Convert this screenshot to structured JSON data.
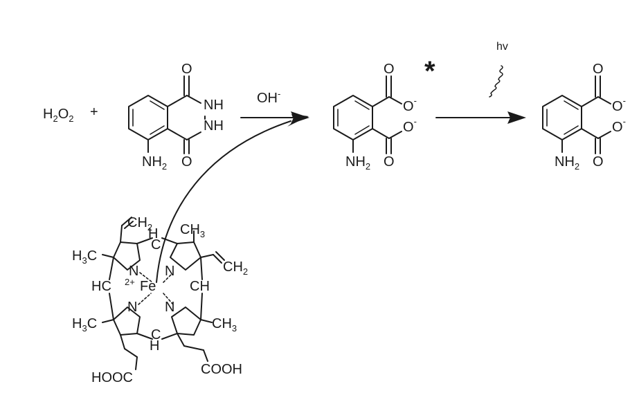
{
  "reaction": {
    "reactant_1": {
      "formula": "H2O2",
      "base": "H",
      "sub": "2",
      "o": "O",
      "sub2": "2"
    },
    "plus": "+",
    "luminol": {
      "nh_top": "NH",
      "nh_bottom": "NH",
      "o_top": "O",
      "o_bottom": "O",
      "amine": "NH",
      "amine_sub": "2"
    },
    "condition": {
      "base": "OH",
      "charge": "-"
    },
    "excited_marker": "*",
    "emission_label": "hv",
    "aminophthalate_excited": {
      "o1": "O",
      "o2": "O",
      "o3": "O",
      "o4": "O",
      "charge": "-",
      "amine": "NH",
      "amine_sub": "2"
    },
    "aminophthalate_ground": {
      "o1": "O",
      "o2": "O",
      "o3": "O",
      "o4": "O",
      "charge": "-",
      "amine": "NH",
      "amine_sub": "2"
    }
  },
  "heme": {
    "vinyl_top": "CH",
    "vinyl_top_sub": "2",
    "methyl_top": "CH",
    "methyl_top_sub": "3",
    "methyl_left": "H",
    "methyl_left_sub": "3",
    "methyl_left_c": "C",
    "vinyl_right": "CH",
    "vinyl_right_sub": "2",
    "methyl_bottom_left": "H",
    "methyl_bottom_left_sub": "3",
    "methyl_bottom_left_c": "C",
    "methyl_bottom_right": "CH",
    "methyl_bottom_right_sub": "3",
    "meso_top_c": "C",
    "meso_top_h": "H",
    "meso_left": "HC",
    "meso_right": "CH",
    "meso_bottom_c": "C",
    "meso_bottom_h": "H",
    "iron": "Fe",
    "iron_charge": "2+",
    "n_tl": "N",
    "n_tr": "N",
    "n_bl": "N",
    "n_br": "N",
    "acid_left": "HOOC",
    "acid_right": "COOH"
  }
}
